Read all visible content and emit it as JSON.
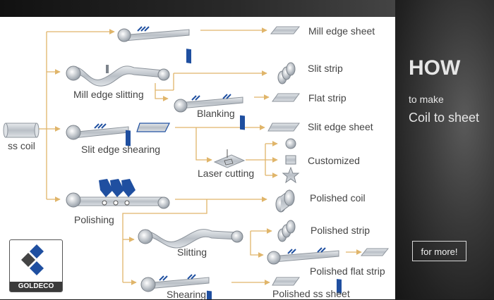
{
  "diagram": {
    "start": "ss coil",
    "stages": {
      "mill_edge_sheet": "Mill edge sheet",
      "mill_edge_slitting": "Mill edge slitting",
      "slit_strip": "Slit strip",
      "flat_strip": "Flat strip",
      "blanking": "Blanking",
      "slit_edge_shearing": "Slit edge shearing",
      "slit_edge_sheet": "Slit edge sheet",
      "laser_cutting": "Laser cutting",
      "customized": "Customized",
      "polishing": "Polishing",
      "polished_coil": "Polished coil",
      "slitting": "Slitting",
      "polished_strip": "Polished strip",
      "polished_flat_strip": "Polished flat strip",
      "shearing": "Shearing",
      "polished_ss_sheet": "Polished ss sheet"
    }
  },
  "brand": {
    "name": "GOLDECO"
  },
  "banner": {
    "title": "HOW",
    "line1": "to make",
    "line2": "Coil to sheet",
    "button": "for more!"
  },
  "colors": {
    "arrow": "#e0b56a",
    "accent_blue": "#1f4fa0",
    "steel": "#c5cad0"
  }
}
